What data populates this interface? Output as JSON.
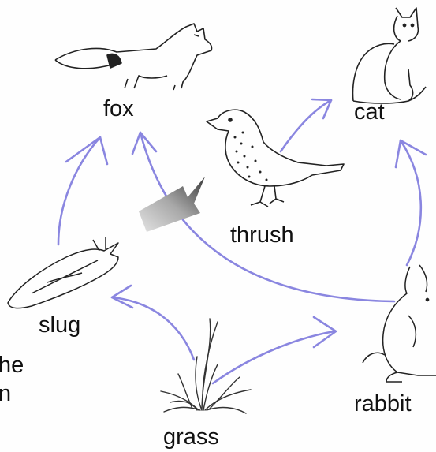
{
  "organisms": {
    "fox": "fox",
    "cat": "cat",
    "thrush": "thrush",
    "slug": "slug",
    "rabbit": "rabbit",
    "grass": "grass"
  },
  "cropped_text": {
    "line1": "he",
    "line2": "n"
  },
  "colors": {
    "arrow": "#8a86e0",
    "pointer_arrow": "#555555",
    "ink": "#111111"
  },
  "icons": [
    "fox-icon",
    "cat-icon",
    "thrush-icon",
    "slug-icon",
    "rabbit-icon",
    "grass-icon",
    "pointer-arrow-icon"
  ]
}
